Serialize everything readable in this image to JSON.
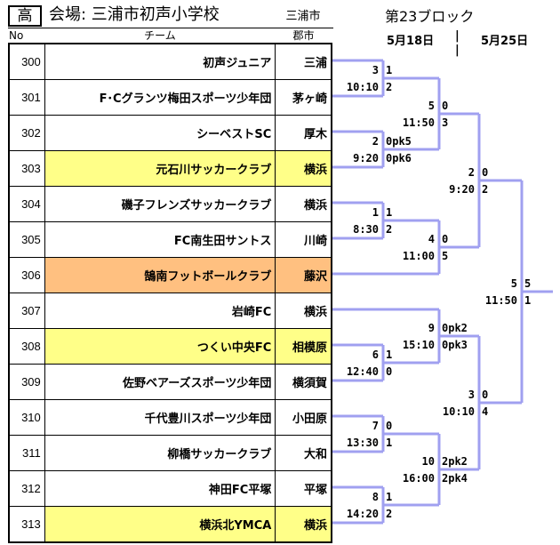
{
  "header": {
    "grade": "高",
    "venue": "会場: 三浦市初声小学校",
    "city": "三浦市",
    "block_title": "第23ブロック",
    "dates": [
      "5月18日",
      "5月25日"
    ],
    "date_separator": "|"
  },
  "columns": {
    "no": "No",
    "team": "チーム",
    "city": "郡市"
  },
  "teams": [
    {
      "no": "300",
      "name": "初声ジュニア",
      "city": "三浦",
      "highlight": ""
    },
    {
      "no": "301",
      "name": "F･Cグランツ梅田スポーツ少年団",
      "city": "茅ヶ崎",
      "highlight": ""
    },
    {
      "no": "302",
      "name": "シーベストSC",
      "city": "厚木",
      "highlight": ""
    },
    {
      "no": "303",
      "name": "元石川サッカークラブ",
      "city": "横浜",
      "highlight": "yellow"
    },
    {
      "no": "304",
      "name": "磯子フレンズサッカークラブ",
      "city": "横浜",
      "highlight": ""
    },
    {
      "no": "305",
      "name": "FC南生田サントス",
      "city": "川崎",
      "highlight": ""
    },
    {
      "no": "306",
      "name": "鵠南フットボールクラブ",
      "city": "藤沢",
      "highlight": "orange"
    },
    {
      "no": "307",
      "name": "岩崎FC",
      "city": "横浜",
      "highlight": ""
    },
    {
      "no": "308",
      "name": "つくい中央FC",
      "city": "相模原",
      "highlight": "yellow"
    },
    {
      "no": "309",
      "name": "佐野ベアーズスポーツ少年団",
      "city": "横須賀",
      "highlight": ""
    },
    {
      "no": "310",
      "name": "千代豊川スポーツ少年団",
      "city": "小田原",
      "highlight": ""
    },
    {
      "no": "311",
      "name": "柳橋サッカークラブ",
      "city": "大和",
      "highlight": ""
    },
    {
      "no": "312",
      "name": "神田FC平塚",
      "city": "平塚",
      "highlight": ""
    },
    {
      "no": "313",
      "name": "横浜北YMCA",
      "city": "横浜",
      "highlight": "yellow"
    }
  ],
  "colors": {
    "bracket_line": "#a0a0f0",
    "highlight_yellow": "#ffff88",
    "highlight_orange": "#ffc080"
  },
  "matches": [
    {
      "id": "m1",
      "match_no": "3",
      "time": "10:10",
      "score_top": "1",
      "score_bottom": "2"
    },
    {
      "id": "m2",
      "match_no": "2",
      "time": "9:20",
      "score_top": "0pk5",
      "score_bottom": "0pk6"
    },
    {
      "id": "m3",
      "match_no": "5",
      "time": "11:50",
      "score_top": "0",
      "score_bottom": "3"
    },
    {
      "id": "m4",
      "match_no": "1",
      "time": "8:30",
      "score_top": "1",
      "score_bottom": "2"
    },
    {
      "id": "m5",
      "match_no": "4",
      "time": "11:00",
      "score_top": "0",
      "score_bottom": "5"
    },
    {
      "id": "m6",
      "match_no": "2",
      "time": "9:20",
      "score_top": "0",
      "score_bottom": "2"
    },
    {
      "id": "m7",
      "match_no": "6",
      "time": "12:40",
      "score_top": "1",
      "score_bottom": "0"
    },
    {
      "id": "m8",
      "match_no": "9",
      "time": "15:10",
      "score_top": "0pk2",
      "score_bottom": "0pk3"
    },
    {
      "id": "m9",
      "match_no": "7",
      "time": "13:30",
      "score_top": "0",
      "score_bottom": "1"
    },
    {
      "id": "m10",
      "match_no": "8",
      "time": "14:20",
      "score_top": "1",
      "score_bottom": "2"
    },
    {
      "id": "m11",
      "match_no": "10",
      "time": "16:00",
      "score_top": "2pk2",
      "score_bottom": "2pk4"
    },
    {
      "id": "m12",
      "match_no": "3",
      "time": "10:10",
      "score_top": "0",
      "score_bottom": "4"
    },
    {
      "id": "m13",
      "match_no": "5",
      "time": "11:50",
      "score_top": "5",
      "score_bottom": "1"
    }
  ]
}
